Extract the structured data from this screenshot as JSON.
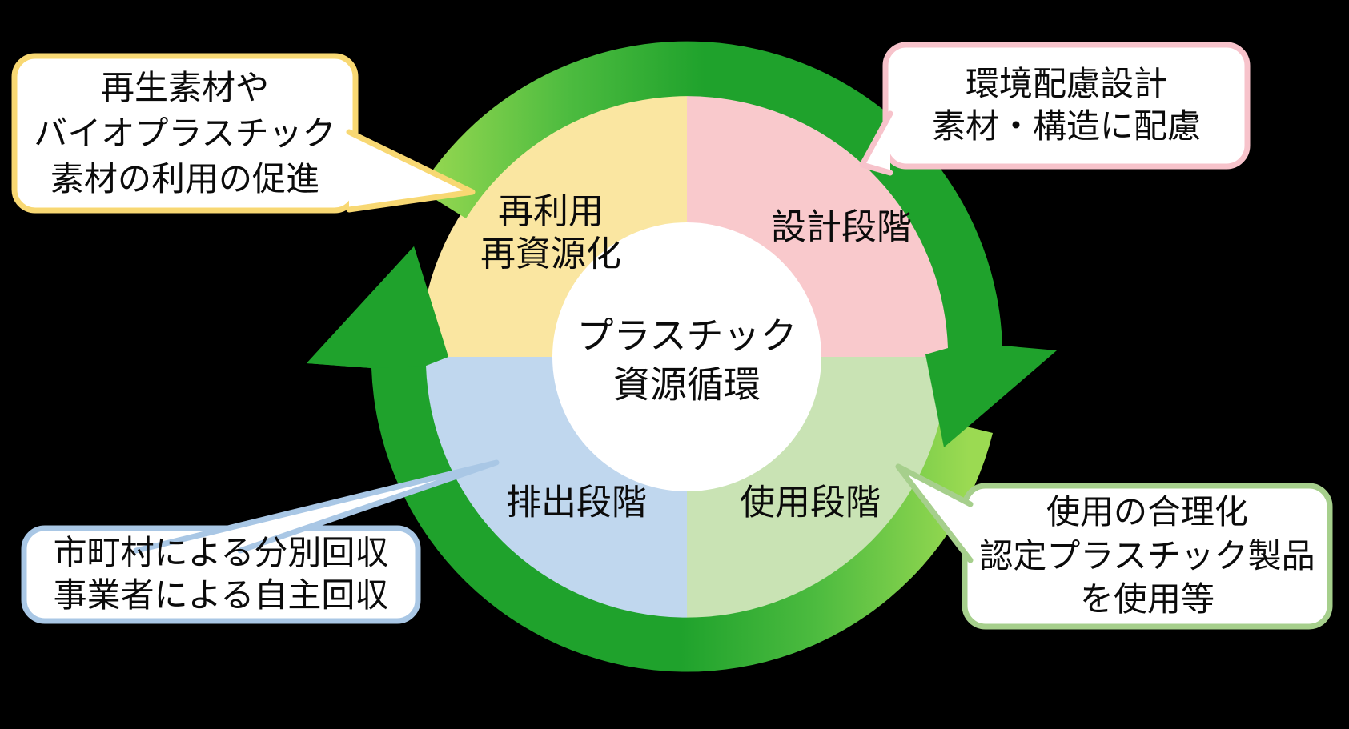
{
  "background_color": "#000000",
  "diagram": {
    "title": "プラスチック\n資源循環",
    "ring": {
      "direction": "clockwise",
      "color_light": "#9BDA52",
      "color_mid": "#4CBB3F",
      "color_dark": "#1FA22C"
    },
    "quadrants": [
      {
        "id": "reuse",
        "label": "再利用\n再資源化",
        "color": "#FAE6A1"
      },
      {
        "id": "design",
        "label": "設計段階",
        "color": "#F9C9CC"
      },
      {
        "id": "discharge",
        "label": "排出段階",
        "color": "#C0D7EE"
      },
      {
        "id": "use",
        "label": "使用段階",
        "color": "#C9E3B4"
      }
    ],
    "callouts": [
      {
        "id": "reuse-callout",
        "text": "再生素材や\nバイオプラスチック\n素材の利用の促進",
        "border_color": "#F8D873"
      },
      {
        "id": "design-callout",
        "text": "環境配慮設計\n素材・構造に配慮",
        "border_color": "#F7C3CB"
      },
      {
        "id": "discharge-callout",
        "text": "市町村による分別回収\n事業者による自主回収",
        "border_color": "#A9C7E5"
      },
      {
        "id": "use-callout",
        "text": "使用の合理化\n認定プラスチック製品\nを使用等",
        "border_color": "#A6CF8C"
      }
    ]
  }
}
